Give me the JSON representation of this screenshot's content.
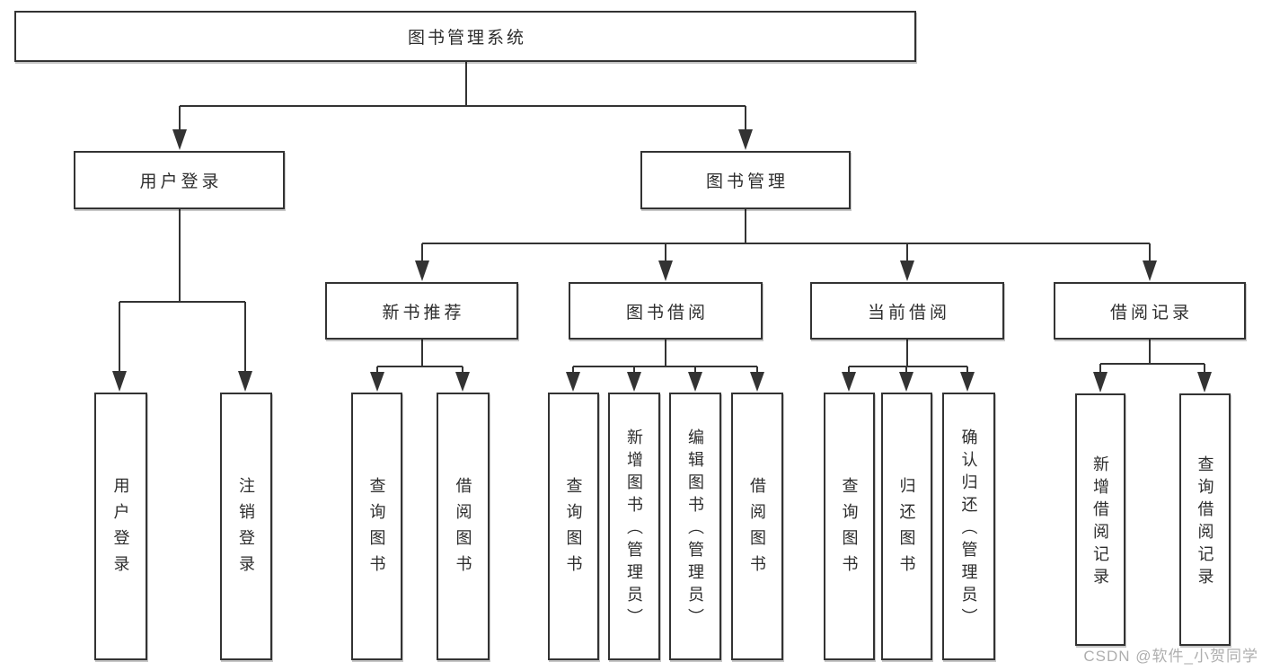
{
  "diagram": {
    "root": {
      "label": "图书管理系统"
    },
    "branches": [
      {
        "label": "用户登录",
        "children": [
          {
            "label": "用户登录"
          },
          {
            "label": "注销登录"
          }
        ]
      },
      {
        "label": "图书管理",
        "children": [
          {
            "label": "新书推荐",
            "children": [
              {
                "label": "查询图书"
              },
              {
                "label": "借阅图书"
              }
            ]
          },
          {
            "label": "图书借阅",
            "children": [
              {
                "label": "查询图书"
              },
              {
                "label": "新增图书（管理员）"
              },
              {
                "label": "编辑图书（管理员）"
              },
              {
                "label": "借阅图书"
              }
            ]
          },
          {
            "label": "当前借阅",
            "children": [
              {
                "label": "查询图书"
              },
              {
                "label": "归还图书"
              },
              {
                "label": "确认归还（管理员）"
              }
            ]
          },
          {
            "label": "借阅记录",
            "children": [
              {
                "label": "新增借阅记录"
              },
              {
                "label": "查询借阅记录"
              }
            ]
          }
        ]
      }
    ]
  },
  "watermark": {
    "text": "CSDN @软件_小贺同学"
  },
  "colors": {
    "line": "#333333",
    "border": "#333333",
    "text": "#2d2d2d",
    "background": "#ffffff",
    "watermark": "#aeaeae"
  }
}
